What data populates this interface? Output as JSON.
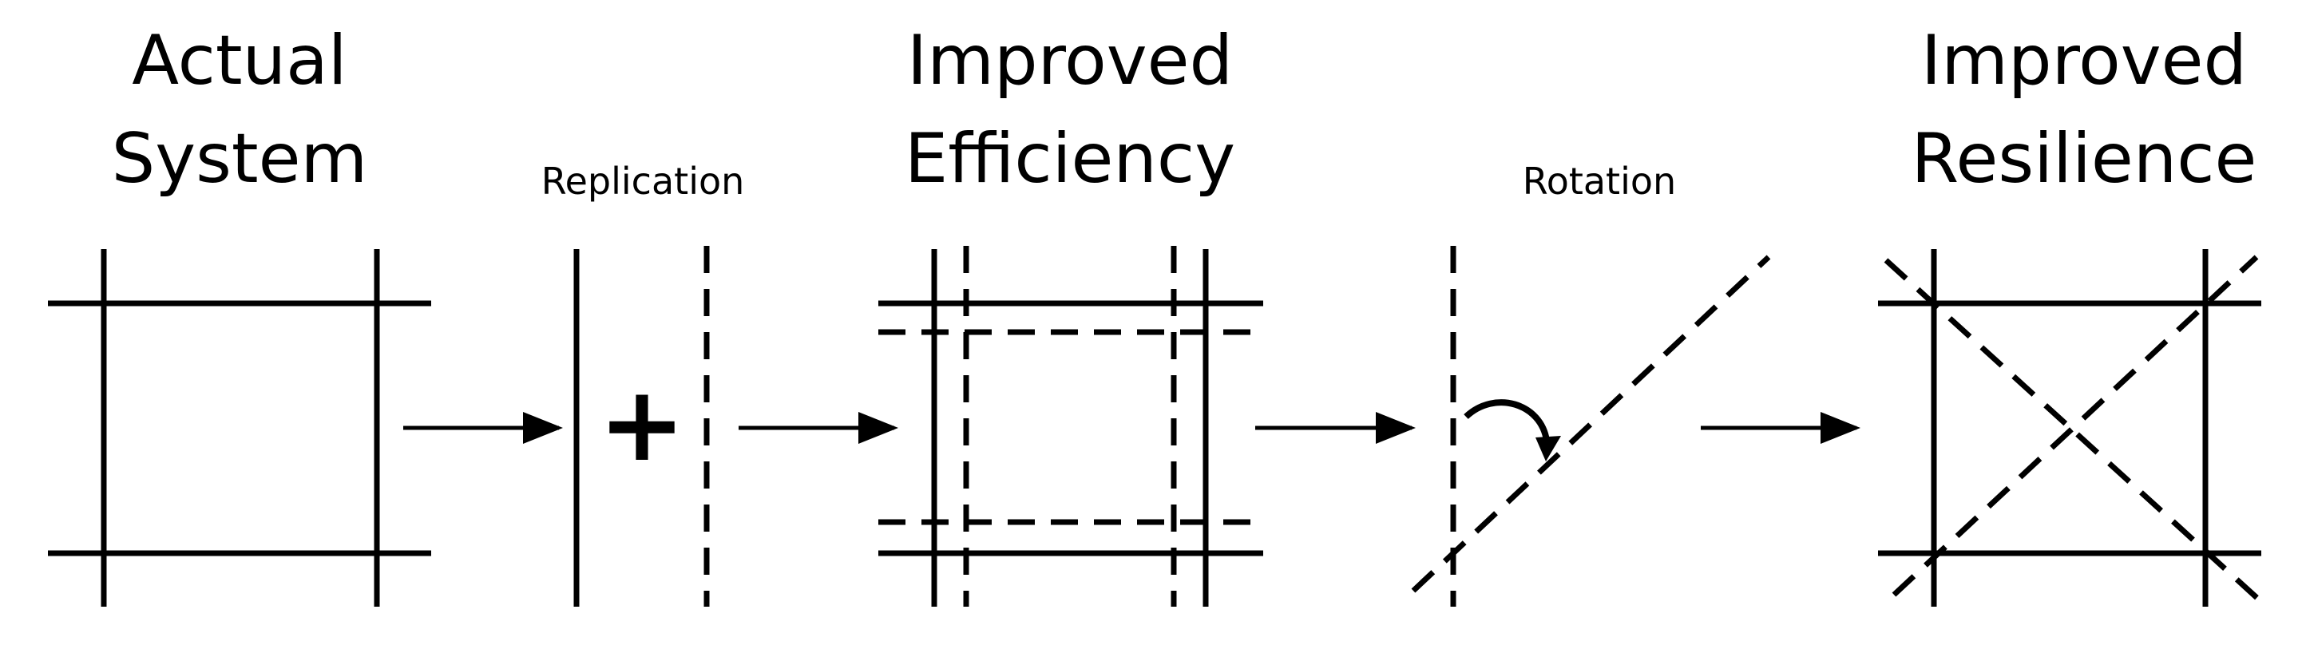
{
  "titles": {
    "actual_line1": "Actual",
    "actual_line2": "System",
    "efficiency_line1": "Improved",
    "efficiency_line2": "Efficiency",
    "resilience_line1": "Improved",
    "resilience_line2": "Resilience"
  },
  "labels": {
    "replication": "Replication",
    "rotation": "Rotation",
    "plus": "+"
  },
  "colors": {
    "ink": "#000000",
    "background": "#ffffff"
  }
}
